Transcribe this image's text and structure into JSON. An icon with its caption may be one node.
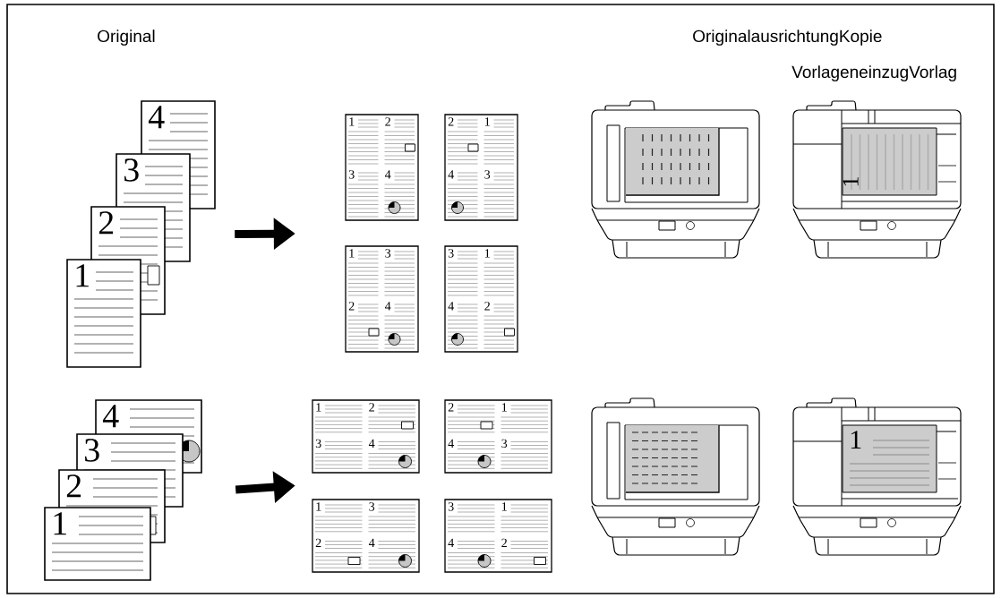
{
  "diagram": {
    "nodes": [
      {
        "text": [],
        "shape": "picture"
      },
      {
        "text": [],
        "shape": "picture"
      },
      {
        "text": [],
        "shape": "picture"
      },
      {
        "text": [],
        "shape": "picture"
      }
    ],
    "edges": [
      {
        "from": 0,
        "to": 1,
        "arrow": "to"
      },
      {
        "from": 2,
        "to": 3,
        "arrow": "to"
      }
    ],
    "labels": [
      "Original",
      "OriginalausrichtungKopie",
      "VorlageneinzugVorlag",
      "4",
      "3",
      "2",
      "1",
      "1",
      "2",
      "3",
      "4",
      "2",
      "1",
      "4",
      "3",
      "1",
      "3",
      "2",
      "4",
      "3",
      "1",
      "4",
      "2",
      "1",
      "4",
      "3",
      "2",
      "1",
      "1",
      "2",
      "3",
      "4",
      "2",
      "1",
      "4",
      "3",
      "1",
      "3",
      "2",
      "4",
      "3",
      "1",
      "4",
      "2",
      "1"
    ]
  }
}
